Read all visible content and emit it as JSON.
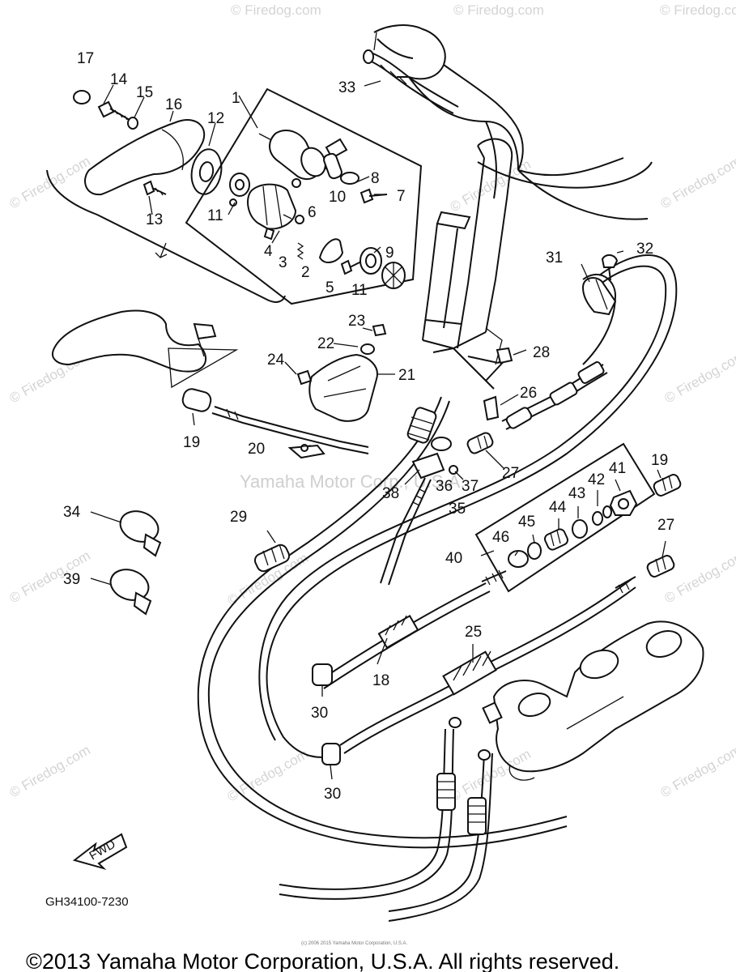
{
  "watermarks": {
    "site": "© Firedog.com",
    "center": "Yamaha Motor Corp., U.S.A."
  },
  "callouts": {
    "c1": "1",
    "c2": "2",
    "c3": "3",
    "c4": "4",
    "c5": "5",
    "c6": "6",
    "c7": "7",
    "c8": "8",
    "c9": "9",
    "c10": "10",
    "c11a": "11",
    "c11b": "11",
    "c12": "12",
    "c13": "13",
    "c14": "14",
    "c15": "15",
    "c16": "16",
    "c17": "17",
    "c18": "18",
    "c19a": "19",
    "c19b": "19",
    "c20": "20",
    "c21": "21",
    "c22": "22",
    "c23": "23",
    "c24": "24",
    "c25": "25",
    "c26": "26",
    "c27a": "27",
    "c27b": "27",
    "c28": "28",
    "c29": "29",
    "c30a": "30",
    "c30b": "30",
    "c31": "31",
    "c32": "32",
    "c33": "33",
    "c34": "34",
    "c35": "35",
    "c36": "36",
    "c37": "37",
    "c38": "38",
    "c39": "39",
    "c40": "40",
    "c41": "41",
    "c42": "42",
    "c43": "43",
    "c44": "44",
    "c45": "45",
    "c46": "46"
  },
  "fwd_label": "FWD",
  "diagram_code": "GH34100-7230",
  "fine_print": "(c) 2006 2015 Yamaha Motor Corporation, U.S.A.",
  "copyright": "©2013 Yamaha Motor Corporation, U.S.A. All rights reserved."
}
